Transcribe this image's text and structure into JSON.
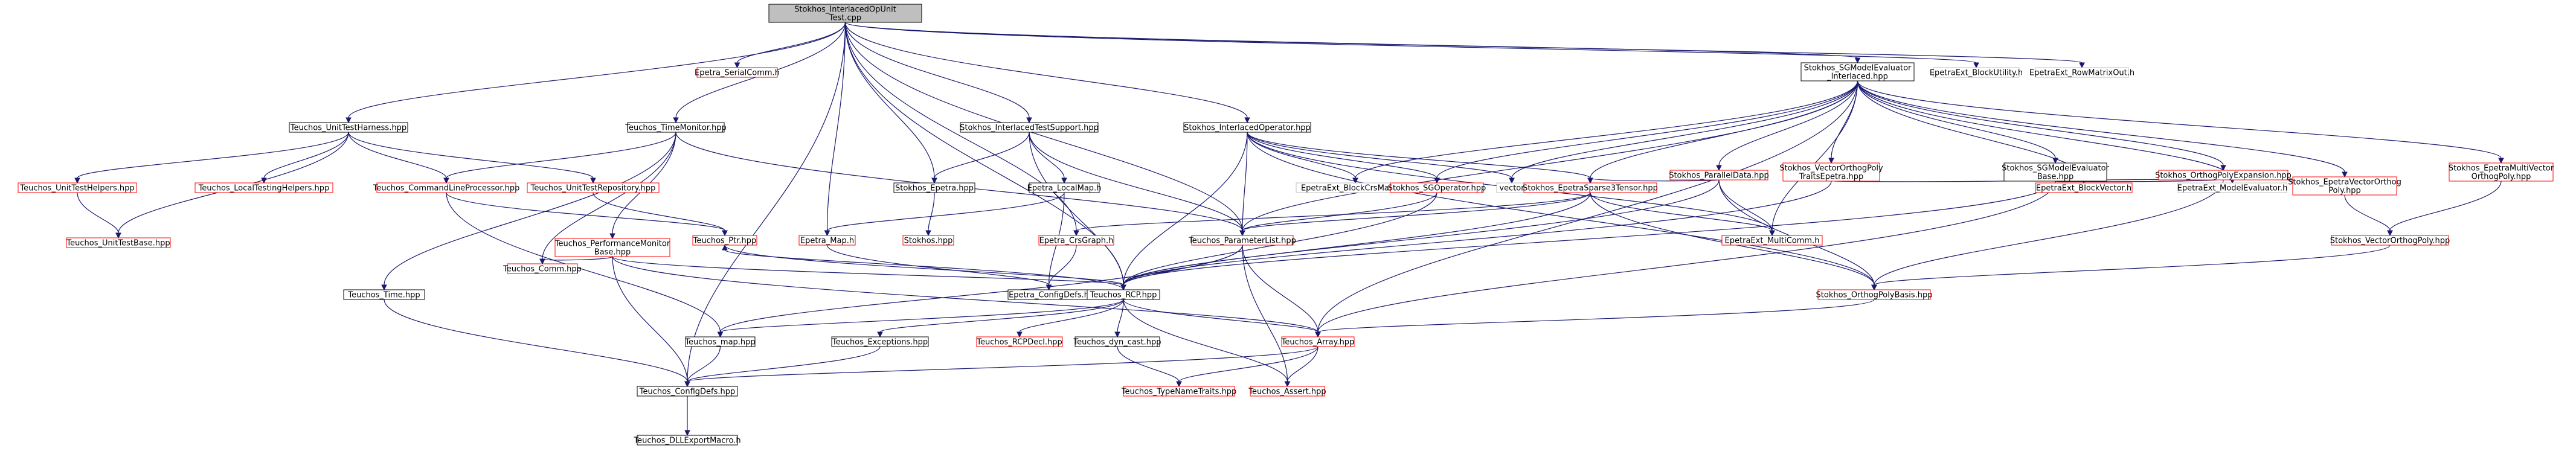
{
  "colors": {
    "edge": "#191970",
    "box_default": "#000000",
    "box_missing": "#ff0000",
    "box_gray": "#bfbfbf",
    "root_fill": "#bfbfbf",
    "text": "#000000"
  },
  "nodes": [
    {
      "id": "root",
      "lines": [
        "Stokhos_InterlacedOpUnit",
        "Test.cpp"
      ],
      "style": "root",
      "link": false
    },
    {
      "id": "sgme",
      "lines": [
        "Stokhos_SGModelEvaluator",
        "_Interlaced.hpp"
      ],
      "style": "black",
      "link": true
    },
    {
      "id": "epbu",
      "lines": [
        "EpetraExt_BlockUtility.h"
      ],
      "style": "gray",
      "link": false
    },
    {
      "id": "eprmo",
      "lines": [
        "EpetraExt_RowMatrixOut.h"
      ],
      "style": "gray",
      "link": false
    },
    {
      "id": "eser",
      "lines": [
        "Epetra_SerialComm.h"
      ],
      "style": "red",
      "link": true
    },
    {
      "id": "uth",
      "lines": [
        "Teuchos_UnitTestHarness.hpp"
      ],
      "style": "black",
      "link": true
    },
    {
      "id": "tm",
      "lines": [
        "Teuchos_TimeMonitor.hpp"
      ],
      "style": "black",
      "link": true
    },
    {
      "id": "its",
      "lines": [
        "Stokhos_InterlacedTestSupport.hpp"
      ],
      "style": "black",
      "link": true
    },
    {
      "id": "iop",
      "lines": [
        "Stokhos_InterlacedOperator.hpp"
      ],
      "style": "black",
      "link": true
    },
    {
      "id": "pd",
      "lines": [
        "Stokhos_ParallelData.hpp"
      ],
      "style": "red",
      "link": true
    },
    {
      "id": "vop",
      "lines": [
        "Stokhos_VectorOrthogPoly",
        "TraitsEpetra.hpp"
      ],
      "style": "red",
      "link": true
    },
    {
      "id": "sgmeb",
      "lines": [
        "Stokhos_SGModelEvaluator",
        "Base.hpp"
      ],
      "style": "black",
      "link": true
    },
    {
      "id": "ope",
      "lines": [
        "Stokhos_OrthogPolyExpansion.hpp"
      ],
      "style": "red",
      "link": true
    },
    {
      "id": "emvop",
      "lines": [
        "Stokhos_EpetraMultiVector",
        "OrthogPoly.hpp"
      ],
      "style": "red",
      "link": true
    },
    {
      "id": "uthelp",
      "lines": [
        "Teuchos_UnitTestHelpers.hpp"
      ],
      "style": "red",
      "link": true
    },
    {
      "id": "lth",
      "lines": [
        "Teuchos_LocalTestingHelpers.hpp"
      ],
      "style": "red",
      "link": true
    },
    {
      "id": "clp",
      "lines": [
        "Teuchos_CommandLineProcessor.hpp"
      ],
      "style": "red",
      "link": true
    },
    {
      "id": "utr",
      "lines": [
        "Teuchos_UnitTestRepository.hpp"
      ],
      "style": "red",
      "link": true
    },
    {
      "id": "sepetra",
      "lines": [
        "Stokhos_Epetra.hpp"
      ],
      "style": "black",
      "link": true
    },
    {
      "id": "elm",
      "lines": [
        "Epetra_LocalMap.h"
      ],
      "style": "black",
      "link": true
    },
    {
      "id": "ebcm",
      "lines": [
        "EpetraExt_BlockCrsMatrix.h"
      ],
      "style": "gray",
      "link": false
    },
    {
      "id": "sgop",
      "lines": [
        "Stokhos_SGOperator.hpp"
      ],
      "style": "red",
      "link": true
    },
    {
      "id": "vector",
      "lines": [
        "vector"
      ],
      "style": "gray",
      "link": false
    },
    {
      "id": "ess",
      "lines": [
        "Stokhos_EpetraSparse3Tensor.hpp"
      ],
      "style": "red",
      "link": true
    },
    {
      "id": "ebv",
      "lines": [
        "EpetraExt_BlockVector.h"
      ],
      "style": "red",
      "link": true
    },
    {
      "id": "eme",
      "lines": [
        "EpetraExt_ModelEvaluator.h"
      ],
      "style": "gray",
      "link": false
    },
    {
      "id": "evop",
      "lines": [
        "Stokhos_EpetraVectorOrthog",
        "Poly.hpp"
      ],
      "style": "red",
      "link": true
    },
    {
      "id": "utb",
      "lines": [
        "Teuchos_UnitTestBase.hpp"
      ],
      "style": "red",
      "link": true
    },
    {
      "id": "ptr",
      "lines": [
        "Teuchos_Ptr.hpp"
      ],
      "style": "red",
      "link": true
    },
    {
      "id": "pm",
      "lines": [
        "Teuchos_PerformanceMonitor",
        "Base.hpp"
      ],
      "style": "red",
      "link": true
    },
    {
      "id": "emap",
      "lines": [
        "Epetra_Map.h"
      ],
      "style": "red",
      "link": true
    },
    {
      "id": "stokhoshpp",
      "lines": [
        "Stokhos.hpp"
      ],
      "style": "red",
      "link": true
    },
    {
      "id": "ecg",
      "lines": [
        "Epetra_CrsGraph.h"
      ],
      "style": "red",
      "link": true
    },
    {
      "id": "tpl",
      "lines": [
        "Teuchos_ParameterList.hpp"
      ],
      "style": "red",
      "link": true
    },
    {
      "id": "emc",
      "lines": [
        "EpetraExt_MultiComm.h"
      ],
      "style": "red",
      "link": true
    },
    {
      "id": "vopoly",
      "lines": [
        "Stokhos_VectorOrthogPoly.hpp"
      ],
      "style": "red",
      "link": true
    },
    {
      "id": "comm",
      "lines": [
        "Teuchos_Comm.hpp"
      ],
      "style": "red",
      "link": true
    },
    {
      "id": "ttime",
      "lines": [
        "Teuchos_Time.hpp"
      ],
      "style": "black",
      "link": true
    },
    {
      "id": "ecd",
      "lines": [
        "Epetra_ConfigDefs.h"
      ],
      "style": "black",
      "link": true
    },
    {
      "id": "rcp",
      "lines": [
        "Teuchos_RCP.hpp"
      ],
      "style": "black",
      "link": true
    },
    {
      "id": "opb",
      "lines": [
        "Stokhos_OrthogPolyBasis.hpp"
      ],
      "style": "red",
      "link": true
    },
    {
      "id": "tmap",
      "lines": [
        "Teuchos_map.hpp"
      ],
      "style": "black",
      "link": true
    },
    {
      "id": "texc",
      "lines": [
        "Teuchos_Exceptions.hpp"
      ],
      "style": "black",
      "link": true
    },
    {
      "id": "rcpdecl",
      "lines": [
        "Teuchos_RCPDecl.hpp"
      ],
      "style": "red",
      "link": true
    },
    {
      "id": "dyncast",
      "lines": [
        "Teuchos_dyn_cast.hpp"
      ],
      "style": "black",
      "link": true
    },
    {
      "id": "tarray",
      "lines": [
        "Teuchos_Array.hpp"
      ],
      "style": "red",
      "link": true
    },
    {
      "id": "tcd",
      "lines": [
        "Teuchos_ConfigDefs.hpp"
      ],
      "style": "black",
      "link": true
    },
    {
      "id": "tnt",
      "lines": [
        "Teuchos_TypeNameTraits.hpp"
      ],
      "style": "red",
      "link": true
    },
    {
      "id": "assert",
      "lines": [
        "Teuchos_Assert.hpp"
      ],
      "style": "red",
      "link": true
    },
    {
      "id": "dll",
      "lines": [
        "Teuchos_DLLExportMacro.h"
      ],
      "style": "black",
      "link": true
    }
  ],
  "edges": [
    [
      "root",
      "sgme"
    ],
    [
      "root",
      "epbu"
    ],
    [
      "root",
      "eprmo"
    ],
    [
      "root",
      "eser"
    ],
    [
      "root",
      "uth"
    ],
    [
      "root",
      "tm"
    ],
    [
      "root",
      "its"
    ],
    [
      "root",
      "iop"
    ],
    [
      "root",
      "emap"
    ],
    [
      "root",
      "rcp"
    ],
    [
      "root",
      "tcd"
    ],
    [
      "root",
      "sepetra"
    ],
    [
      "root",
      "ecg"
    ],
    [
      "root",
      "tpl"
    ],
    [
      "sgme",
      "ebcm"
    ],
    [
      "sgme",
      "pd"
    ],
    [
      "sgme",
      "vop"
    ],
    [
      "sgme",
      "sgmeb"
    ],
    [
      "sgme",
      "ope"
    ],
    [
      "sgme",
      "emvop"
    ],
    [
      "sgme",
      "vector"
    ],
    [
      "sgme",
      "sgop"
    ],
    [
      "sgme",
      "ess"
    ],
    [
      "sgme",
      "emc"
    ],
    [
      "sgme",
      "eme"
    ],
    [
      "sgme",
      "evop"
    ],
    [
      "sgme",
      "ebv"
    ],
    [
      "sgme",
      "tarray"
    ],
    [
      "sgme",
      "tpl"
    ],
    [
      "uth",
      "uthelp"
    ],
    [
      "uth",
      "lth"
    ],
    [
      "uth",
      "clp"
    ],
    [
      "uth",
      "utr"
    ],
    [
      "uth",
      "utb"
    ],
    [
      "tm",
      "clp"
    ],
    [
      "tm",
      "pm"
    ],
    [
      "tm",
      "ttime"
    ],
    [
      "tm",
      "comm"
    ],
    [
      "tm",
      "tpl"
    ],
    [
      "its",
      "sepetra"
    ],
    [
      "its",
      "elm"
    ],
    [
      "its",
      "tpl"
    ],
    [
      "its",
      "rcp"
    ],
    [
      "iop",
      "ebcm"
    ],
    [
      "iop",
      "sgop"
    ],
    [
      "iop",
      "vector"
    ],
    [
      "iop",
      "ess"
    ],
    [
      "iop",
      "rcp"
    ],
    [
      "iop",
      "tpl"
    ],
    [
      "iop",
      "opb"
    ],
    [
      "iop",
      "emc"
    ],
    [
      "pd",
      "ess"
    ],
    [
      "pd",
      "emc"
    ],
    [
      "pd",
      "opb"
    ],
    [
      "pd",
      "rcp"
    ],
    [
      "vop",
      "ebv"
    ],
    [
      "vop",
      "rcp"
    ],
    [
      "sgmeb",
      "ebv"
    ],
    [
      "sgmeb",
      "eme"
    ],
    [
      "sgmeb",
      "evop"
    ],
    [
      "sgmeb",
      "rcp"
    ],
    [
      "sgmeb",
      "tarray"
    ],
    [
      "ope",
      "opb"
    ],
    [
      "emvop",
      "vopoly"
    ],
    [
      "uthelp",
      "utb"
    ],
    [
      "clp",
      "ptr"
    ],
    [
      "clp",
      "tmap"
    ],
    [
      "utr",
      "ptr"
    ],
    [
      "sepetra",
      "stokhoshpp"
    ],
    [
      "elm",
      "emap"
    ],
    [
      "elm",
      "ecd"
    ],
    [
      "sgop",
      "rcp"
    ],
    [
      "sgop",
      "tpl"
    ],
    [
      "ess",
      "ecg"
    ],
    [
      "ess",
      "emc"
    ],
    [
      "ess",
      "rcp"
    ],
    [
      "ess",
      "opb"
    ],
    [
      "ess",
      "tpl"
    ],
    [
      "evop",
      "vopoly"
    ],
    [
      "ptr",
      "rcp"
    ],
    [
      "pm",
      "comm"
    ],
    [
      "pm",
      "tarray"
    ],
    [
      "pm",
      "tcd"
    ],
    [
      "pm",
      "rcp"
    ],
    [
      "emap",
      "ecd"
    ],
    [
      "ecg",
      "ecd"
    ],
    [
      "tpl",
      "tmap"
    ],
    [
      "tpl",
      "tarray"
    ],
    [
      "tpl",
      "assert"
    ],
    [
      "tpl",
      "rcp"
    ],
    [
      "vopoly",
      "opb"
    ],
    [
      "ttime",
      "tcd"
    ],
    [
      "rcp",
      "ptr"
    ],
    [
      "rcp",
      "tmap"
    ],
    [
      "rcp",
      "texc"
    ],
    [
      "rcp",
      "rcpdecl"
    ],
    [
      "rcp",
      "dyncast"
    ],
    [
      "rcp",
      "tarray"
    ],
    [
      "rcp",
      "assert"
    ],
    [
      "opb",
      "tarray"
    ],
    [
      "texc",
      "tcd"
    ],
    [
      "dyncast",
      "tnt"
    ],
    [
      "tarray",
      "tnt"
    ],
    [
      "tarray",
      "assert"
    ],
    [
      "tarray",
      "tcd"
    ],
    [
      "tmap",
      "tcd"
    ],
    [
      "tcd",
      "dll"
    ]
  ]
}
